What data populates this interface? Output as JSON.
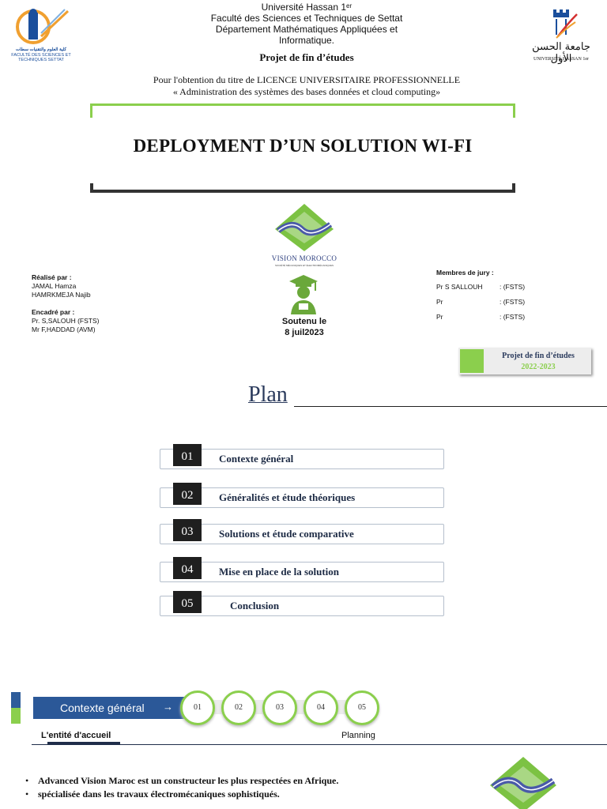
{
  "header": {
    "left_logo": {
      "arabic": "كلية العلوم والتقنيات سطات",
      "french": "FACULTÉ DES SCIENCES ET TECHNIQUES SETTAT"
    },
    "right_logo": {
      "arabic": "جامعة الحسن الأول",
      "french": "UNIVERSITÉ HASSAN 1er"
    },
    "university_lines": [
      "Université Hassan 1ᵉʳ",
      "Faculté des Sciences et Techniques de Settat",
      "Département Mathématiques Appliquées et",
      "Informatique."
    ],
    "pfe_title": "Projet de fin d’études",
    "obtention_line1": "Pour l'obtention du titre de LICENCE UNIVERSITAIRE PROFESSIONNELLE",
    "obtention_line2": "« Administration des systèmes des bases données et cloud computing»"
  },
  "cover": {
    "main_title": "DEPLOYMENT D’UN SOLUTION WI-FI",
    "company_logo": {
      "name": "VISION MOROCCO",
      "tagline": "SOCIÉTÉ MÉCANIQUES ET ÉLECTROMÉCANIQUES"
    },
    "realise": {
      "heading": "Réalisé par :",
      "names": [
        "JAMAL Hamza",
        "HAMRKMEJA Najib"
      ]
    },
    "encadre": {
      "heading": "Encadré par :",
      "names": [
        "Pr. S,SALOUH  (FSTS)",
        "Mr F,HADDAD (AVM)"
      ]
    },
    "soutenu": {
      "line1": "Soutenu le",
      "line2": "8 juil2023"
    },
    "jury": {
      "heading": "Membres de jury :",
      "members": [
        {
          "name": "Pr  S SALLOUH",
          "affiliation": ": (FSTS)"
        },
        {
          "name": "Pr",
          "affiliation": ": (FSTS)"
        },
        {
          "name": "Pr",
          "affiliation": ": (FSTS)"
        }
      ]
    },
    "badge": {
      "title": "Projet de fin d’études",
      "years": "2022-2023"
    }
  },
  "plan": {
    "title": "Plan",
    "items": [
      {
        "num": "01",
        "label": "Contexte général"
      },
      {
        "num": "02",
        "label": "Généralités et étude théoriques"
      },
      {
        "num": "03",
        "label": "Solutions et étude comparative"
      },
      {
        "num": "04",
        "label": "Mise en place de la solution"
      },
      {
        "num": "05",
        "label": "Conclusion"
      }
    ]
  },
  "context_slide": {
    "banner": "Contexte général",
    "arrow": "→",
    "steps": [
      "01",
      "02",
      "03",
      "04",
      "05"
    ],
    "tab_active": "L'entité d'accueil",
    "tab_other": "Planning",
    "bullets": [
      "Advanced Vision Maroc est un constructeur les plus respectées en Afrique.",
      "spécialisée dans les travaux électromécaniques sophistiqués."
    ]
  },
  "colors": {
    "accent_green": "#8bcf4d",
    "navy": "#2b5898",
    "dark": "#1f1f1f"
  }
}
